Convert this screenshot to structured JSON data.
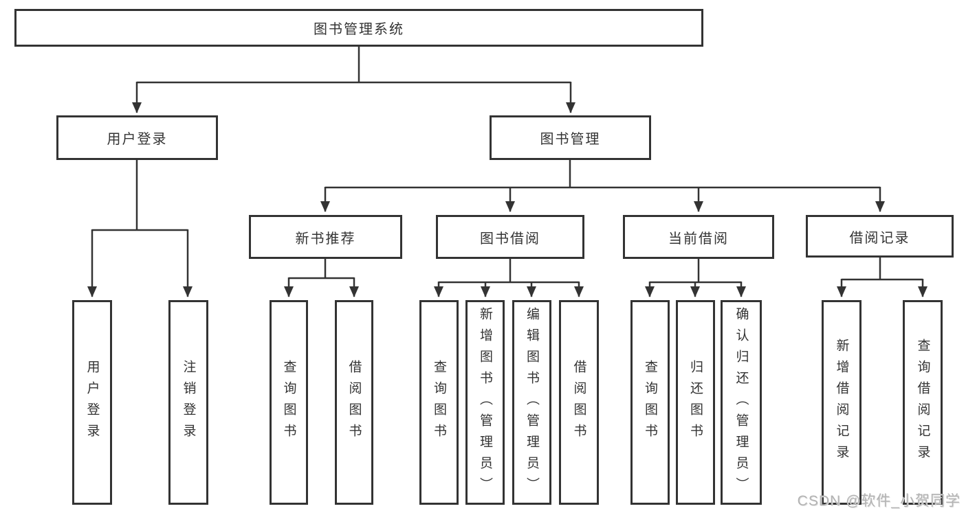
{
  "nodes": {
    "root": "图书管理系统",
    "level2": {
      "user_login": "用户登录",
      "book_management": "图书管理"
    },
    "level3": {
      "new_books": "新书推荐",
      "book_borrowing": "图书借阅",
      "current_borrowing": "当前借阅",
      "borrowing_records": "借阅记录"
    },
    "leaves": {
      "user_login": [
        "用户登录",
        "注销登录"
      ],
      "new_books": [
        "查询图书",
        "借阅图书"
      ],
      "book_borrowing": [
        "查询图书",
        "新增图书（管理员）",
        "编辑图书（管理员）",
        "借阅图书"
      ],
      "current_borrowing": [
        "查询图书",
        "归还图书",
        "确认归还（管理员）"
      ],
      "borrowing_records": [
        "新增借阅记录",
        "查询借阅记录"
      ]
    }
  },
  "watermark": "CSDN @软件_小贺同学",
  "colors": {
    "line": "#333333",
    "box_border": "#333333",
    "box_fill": "#ffffff",
    "text": "#333333",
    "watermark": "#b3b3b3",
    "background": "#ffffff"
  }
}
